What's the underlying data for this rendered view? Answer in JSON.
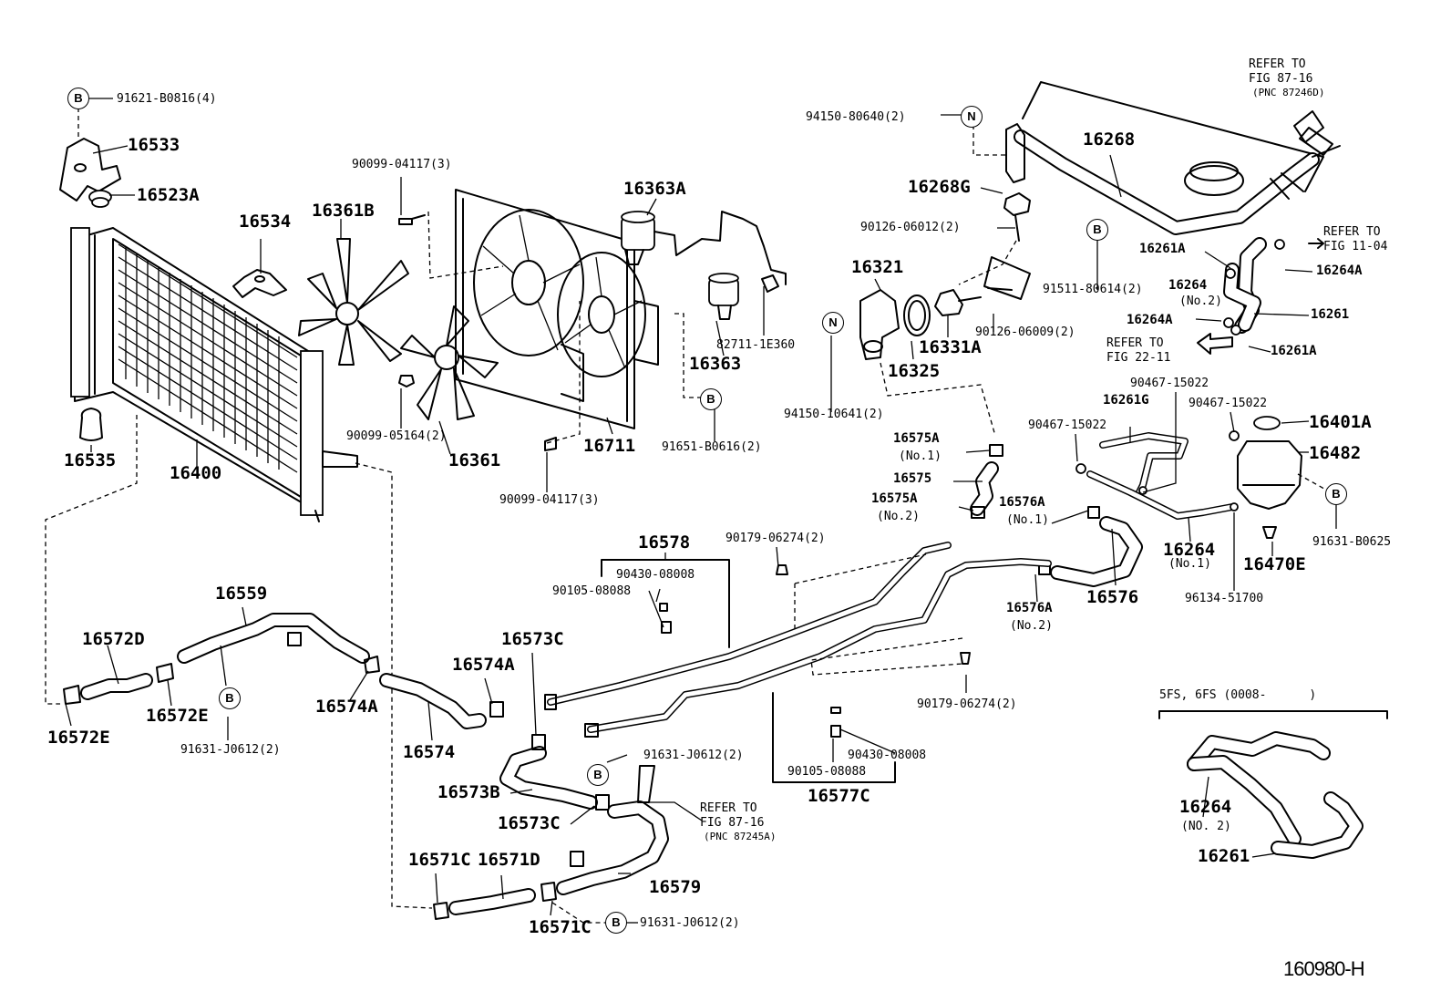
{
  "diagram_code": "160980-H",
  "markers": {
    "b": "B",
    "n": "N"
  },
  "labels": {
    "p91621": "91621-B0816(4)",
    "p16533": "16533",
    "p16523a": "16523A",
    "p16534": "16534",
    "p16361b": "16361B",
    "p90099_04117_top": "90099-04117(3)",
    "p16363a": "16363A",
    "p16363": "16363",
    "p82711": "82711-1E360",
    "p16400": "16400",
    "p16535": "16535",
    "p90099_05164": "90099-05164(2)",
    "p16361": "16361",
    "p16711": "16711",
    "p91651": "91651-B0616(2)",
    "p90099_04117_bot": "90099-04117(3)",
    "p94150_80640": "94150-80640(2)",
    "p16268": "16268",
    "p16268g": "16268G",
    "p90126_06012": "90126-06012(2)",
    "p16321": "16321",
    "p16331a": "16331A",
    "p16325": "16325",
    "p90126_06009": "90126-06009(2)",
    "p94150_10641": "94150-10641(2)",
    "p91511": "91511-80614(2)",
    "p16261a_top": "16261A",
    "p16264a_top": "16264A",
    "p16264_no2": "16264",
    "p16264_no2_sub": "(No.2)",
    "p16264a_mid": "16264A",
    "p16261_r": "16261",
    "p16261a_mid": "16261A",
    "refer_22_a": "REFER TO",
    "refer_22_b": "FIG 22-11",
    "refer_11_a": "REFER TO",
    "refer_11_b": "FIG 11-04",
    "refer_8716_a": "REFER TO",
    "refer_8716_b": "FIG 87-16",
    "refer_8716_c": "(PNC 87246D)",
    "p90467_a": "90467-15022",
    "p16261g": "16261G",
    "p90467_b": "90467-15022",
    "p90467_c": "90467-15022",
    "p16401a": "16401A",
    "p16482": "16482",
    "p91631_b0625": "91631-B0625",
    "p16470e": "16470E",
    "p96134": "96134-51700",
    "p16264_no1": "16264",
    "p16264_no1_sub": "(No.1)",
    "p16576": "16576",
    "p16576a_no1": "16576A",
    "p16576a_no1_sub": "(No.1)",
    "p16576a_no2": "16576A",
    "p16576a_no2_sub": "(No.2)",
    "p16575a_no1": "16575A",
    "p16575a_no1_sub": "(No.1)",
    "p16575": "16575",
    "p16575a_no2": "16575A",
    "p16575a_no2_sub": "(No.2)",
    "p90179_top": "90179-06274(2)",
    "p90179_bot": "90179-06274(2)",
    "p16578": "16578",
    "p90430_top": "90430-08008",
    "p90105_top": "90105-08088",
    "p90430_bot": "90430-08008",
    "p90105_bot": "90105-08088",
    "p16577c": "16577C",
    "p16559": "16559",
    "p16572d": "16572D",
    "p16572e_a": "16572E",
    "p16572e_b": "16572E",
    "p91631_j_a": "91631-J0612(2)",
    "p16574a_a": "16574A",
    "p16574a_b": "16574A",
    "p16574": "16574",
    "p16573c_a": "16573C",
    "p16573c_b": "16573C",
    "p16573b": "16573B",
    "p91631_j_b": "91631-J0612(2)",
    "refer_87245_a": "REFER TO",
    "refer_87245_b": "FIG 87-16",
    "refer_87245_c": "(PNC 87245A)",
    "p16571c_a": "16571C",
    "p16571d": "16571D",
    "p16571c_b": "16571C",
    "p91631_j_c": "91631-J0612(2)",
    "p16579": "16579",
    "inset_title": "5FS, 6FS (0008-      )",
    "inset_16264": "16264",
    "inset_16264_sub": "(NO. 2)",
    "inset_16261": "16261"
  }
}
